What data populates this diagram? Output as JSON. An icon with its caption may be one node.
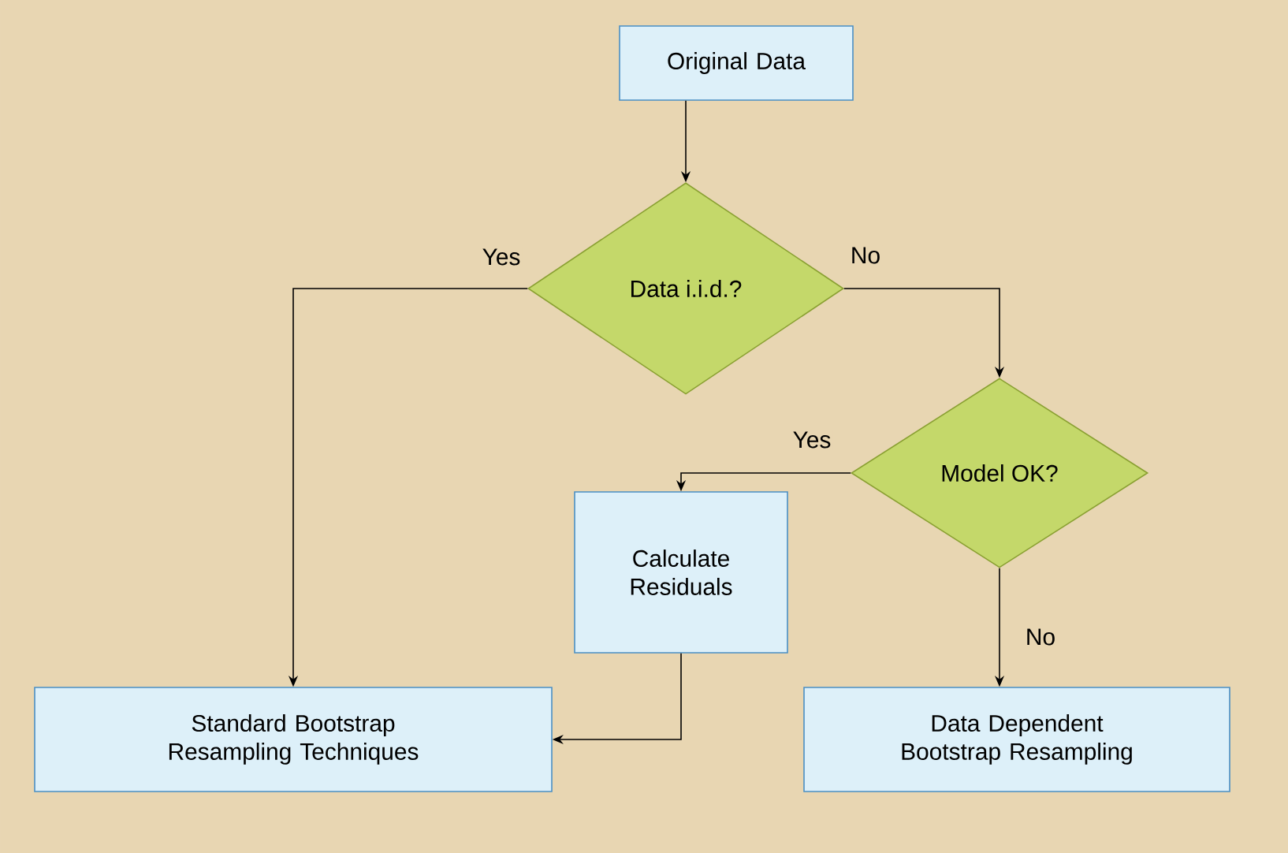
{
  "diagram": {
    "nodes": [
      {
        "text": [
          "Original Data"
        ]
      },
      {
        "text": [
          "Data i.i.d.?"
        ]
      },
      {
        "text": [
          "Model OK?"
        ]
      },
      {
        "text": [
          "Calculate Residuals"
        ]
      },
      {
        "text": [
          "Standard Bootstrap Resampling Techniques"
        ]
      },
      {
        "text": [
          "Data Dependent Bootstrap Resampling"
        ]
      }
    ],
    "edges": [
      {
        "from": 0,
        "to": 1,
        "arrow": "to"
      },
      {
        "from": 1,
        "to": 4,
        "arrow": "to",
        "label": "Yes"
      },
      {
        "from": 1,
        "to": 2,
        "arrow": "to",
        "label": "No"
      },
      {
        "from": 2,
        "to": 3,
        "arrow": "to",
        "label": "Yes"
      },
      {
        "from": 2,
        "to": 5,
        "arrow": "to",
        "label": "No"
      },
      {
        "from": 3,
        "to": 4,
        "arrow": "to"
      }
    ]
  }
}
